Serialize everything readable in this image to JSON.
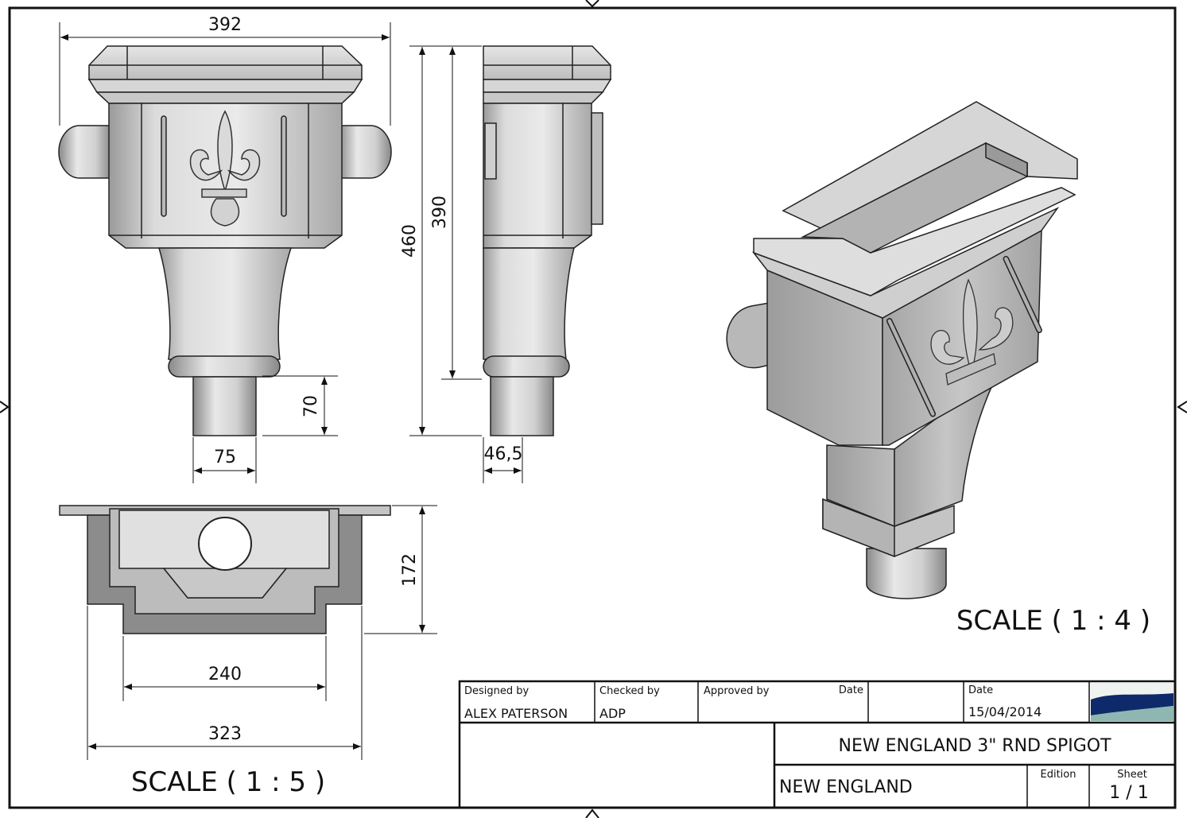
{
  "views": {
    "front": {
      "dim_width": "392",
      "dim_outlet_width": "75",
      "dim_outlet_height": "70"
    },
    "side": {
      "dim_total_height": "460",
      "dim_body_height": "390",
      "dim_depth": "46,5"
    },
    "top": {
      "dim_depth": "172",
      "dim_inner_width": "240",
      "dim_outer_width": "323"
    },
    "scale_main": "SCALE ( 1 : 5 )",
    "scale_iso": "SCALE  ( 1 : 4 )"
  },
  "title_block": {
    "designed_by_label": "Designed by",
    "designed_by": "ALEX PATERSON",
    "checked_by_label": "Checked by",
    "checked_by": "ADP",
    "approved_by_label": "Approved by",
    "date_label_1": "Date",
    "date_label_2": "Date",
    "date": "15/04/2014",
    "title": "NEW ENGLAND 3\" RND SPIGOT",
    "subtitle": "NEW ENGLAND",
    "edition_label": "Edition",
    "sheet_label": "Sheet",
    "sheet": "1 / 1"
  },
  "colors": {
    "line": "#111111",
    "metal_light": "#e4e4e4",
    "metal_mid": "#c4c4c4",
    "metal_dark": "#8e8e8e"
  }
}
